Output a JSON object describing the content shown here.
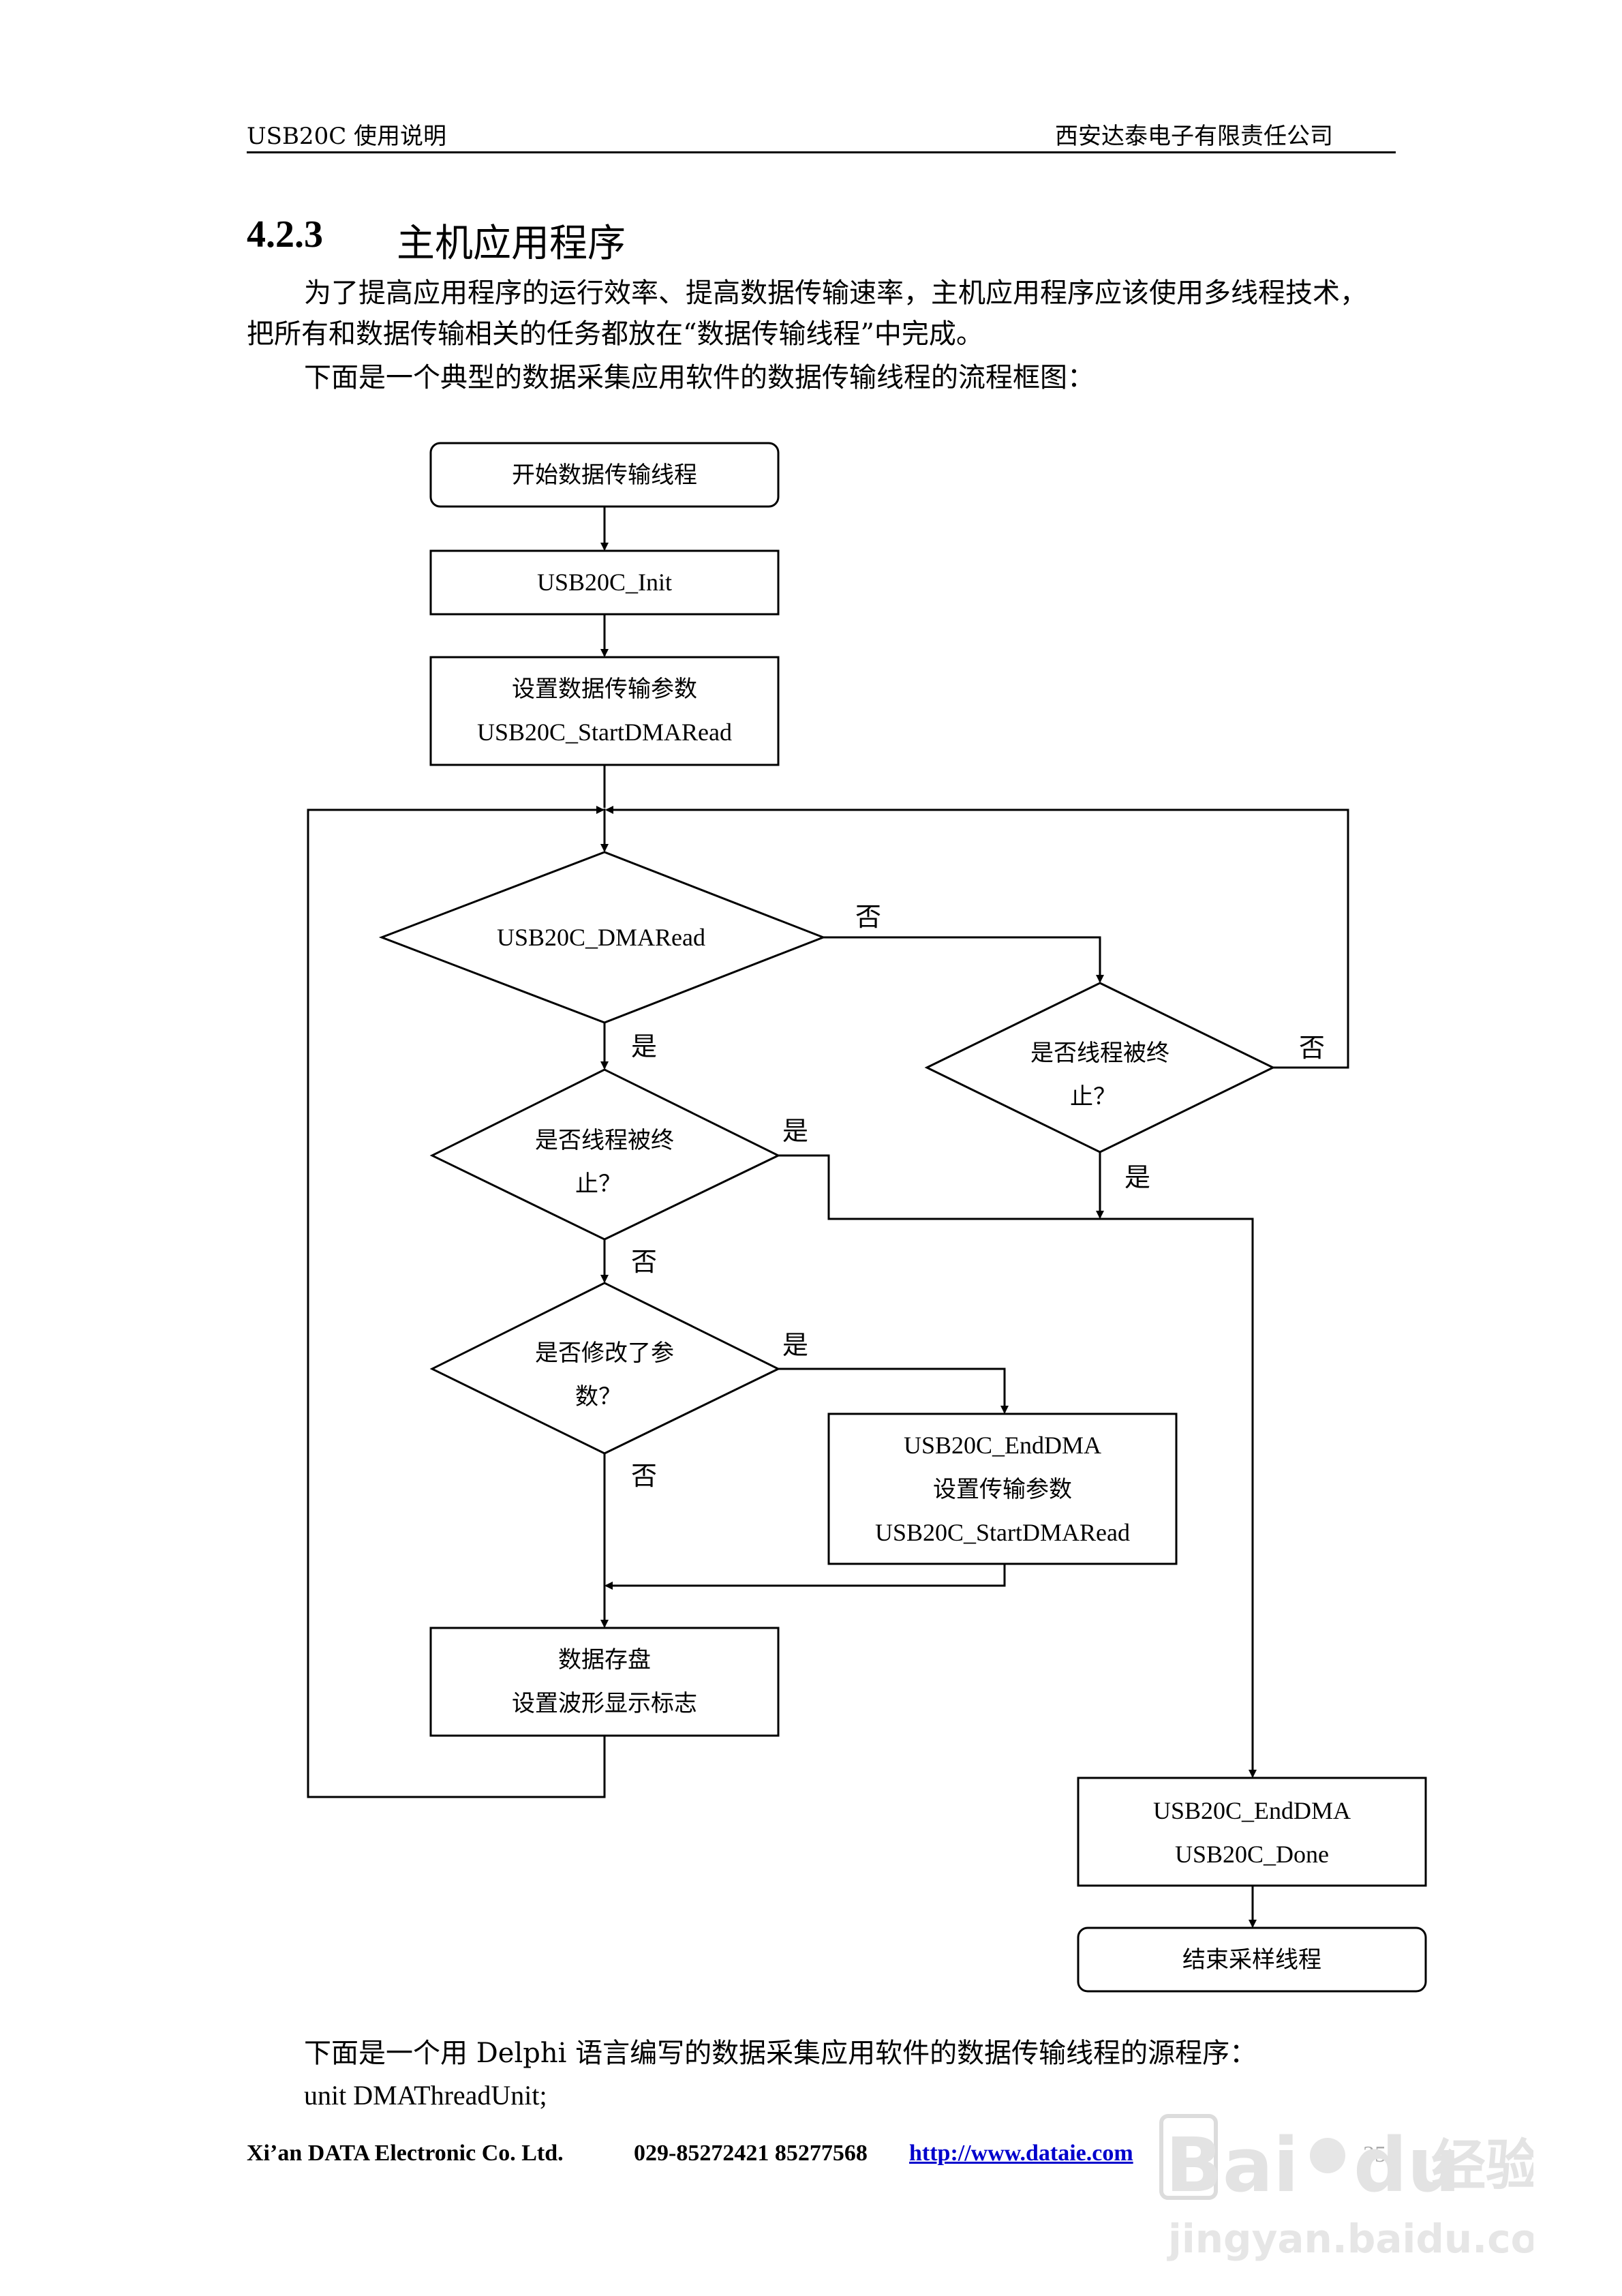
{
  "header": {
    "left": "USB20C 使用说明",
    "right": "西安达泰电子有限责任公司"
  },
  "section": {
    "number": "4.2.3",
    "title": "主机应用程序"
  },
  "paragraphs": [
    "为了提高应用程序的运行效率、提高数据传输速率，主机应用程序应该使用多线程技术，",
    "把所有和数据传输相关的任务都放在“数据传输线程”中完成。",
    "下面是一个典型的数据采集应用软件的数据传输线程的流程框图："
  ],
  "flowchart": {
    "start": "开始数据传输线程",
    "init": "USB20C_Init",
    "setup": [
      "设置数据传输参数",
      "USB20C_StartDMARead"
    ],
    "dmaread": "USB20C_DMARead",
    "terminated_left": [
      "是否线程被终",
      "止？"
    ],
    "terminated_right": [
      "是否线程被终",
      "止？"
    ],
    "modified": [
      "是否修改了参",
      "数？"
    ],
    "restart": [
      "USB20C_EndDMA",
      "设置传输参数",
      "USB20C_StartDMARead"
    ],
    "save": [
      "数据存盘",
      "设置波形显示标志"
    ],
    "finish": [
      "USB20C_EndDMA",
      "USB20C_Done"
    ],
    "end": "结束采样线程",
    "yes": "是",
    "no": "否"
  },
  "after": [
    "下面是一个用 Delphi 语言编写的数据采集应用软件的数据传输线程的源程序：",
    "unit DMAThreadUnit;"
  ],
  "footer": {
    "company": "Xi’an DATA Electronic Co. Ltd.",
    "phone": "029-85272421 85277568",
    "url": "http://www.dataie.com",
    "page": "35"
  },
  "watermark": {
    "logo": "Bai du 经验",
    "site": "jingyan.baidu.com"
  }
}
